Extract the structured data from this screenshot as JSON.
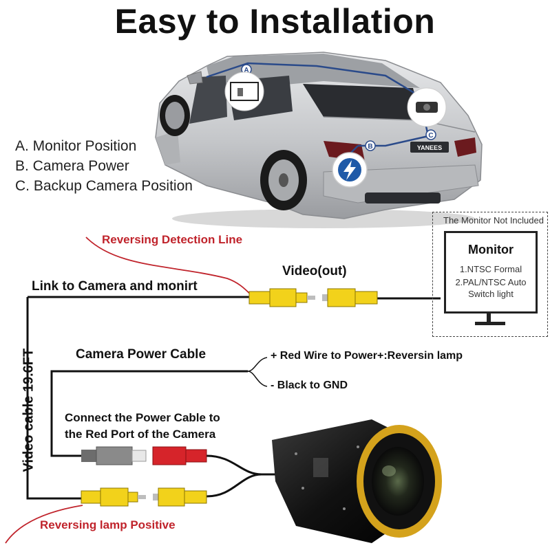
{
  "title": "Easy to Installation",
  "legend": {
    "a": "A. Monitor Position",
    "b": "B. Camera Power",
    "c": "C. Backup Camera Position"
  },
  "car": {
    "marker_a": "A",
    "marker_b": "B",
    "marker_c": "C",
    "plate": "YANEES"
  },
  "labels": {
    "reversing_detection": "Reversing Detection Line",
    "link_camera": "Link to Camera and monirt",
    "video_out": "Video(out)",
    "camera_power_cable": "Camera Power Cable",
    "red_wire": "+ Red Wire to Power+:Reversin lamp",
    "black_gnd": "- Black to GND",
    "connect_line1": "Connect the Power Cable to",
    "connect_line2": "the Red Port of the Camera",
    "video_cable": "Video cable 19.6FT",
    "reversing_lamp": "Reversing lamp Positive"
  },
  "monitor": {
    "not_included": "The Monitor Not Included",
    "heading": "Monitor",
    "line1": "1.NTSC Formal",
    "line2": "2.PAL/NTSC Auto",
    "line3": "Switch light"
  },
  "colors": {
    "yellow_connector": "#f2d21b",
    "red_connector": "#d6242a",
    "gray_connector": "#8a8a8a",
    "red_text": "#c0232b",
    "car_body": "#c9cacc",
    "route_blue": "#2a4a8a"
  }
}
